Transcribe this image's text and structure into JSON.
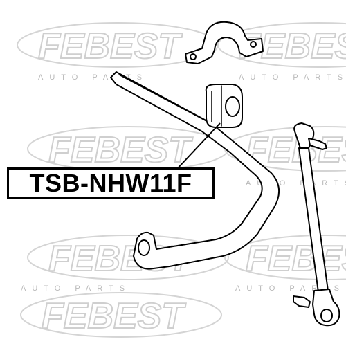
{
  "part_label": {
    "code": "TSB-NHW11F"
  },
  "watermark": {
    "brand": "FEBEST",
    "tagline": "AUTO PARTS",
    "color": "#cfcfcf"
  },
  "parts": [
    {
      "name": "stabilizer-bushing",
      "highlighted": true
    },
    {
      "name": "bushing-bracket"
    },
    {
      "name": "stabilizer-bar"
    },
    {
      "name": "stabilizer-link"
    }
  ]
}
